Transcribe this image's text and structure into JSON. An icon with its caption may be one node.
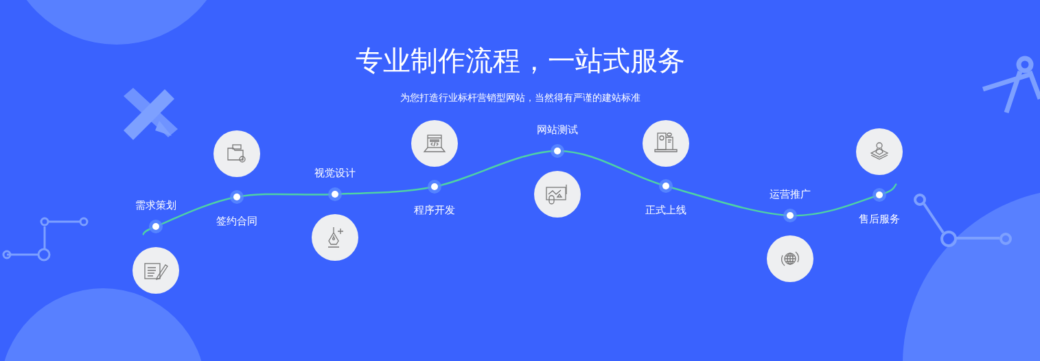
{
  "diagram": {
    "title": "专业制作流程，一站式服务",
    "nodes": [
      {
        "text": [
          "需求策划"
        ]
      },
      {
        "text": [
          "签约合同"
        ]
      },
      {
        "text": [
          "视觉设计"
        ]
      },
      {
        "text": [
          "程序开发"
        ]
      },
      {
        "text": [
          "网站测试"
        ]
      },
      {
        "text": [
          "正式上线"
        ]
      },
      {
        "text": [
          "运营推广"
        ]
      },
      {
        "text": [
          "售后服务"
        ]
      }
    ],
    "labels": [
      "为您打造行业标杆营销型网站，当然得有严谨的建站标准"
    ]
  }
}
